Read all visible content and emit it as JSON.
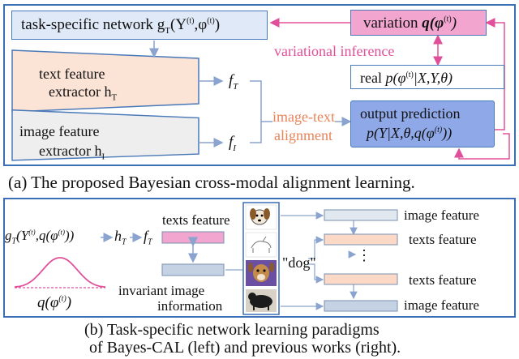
{
  "panel_a": {
    "network_box": "task-specific network g",
    "network_sub": "T",
    "network_args": "(Y",
    "network_args_sup": "(t)",
    "network_args2": ",φ",
    "network_args2_sup": "(t)",
    "network_args3": ")",
    "text_extractor_line1": "text feature",
    "text_extractor_line2": "extractor h",
    "text_extractor_sub": "T",
    "image_extractor_line1": "image feature",
    "image_extractor_line2": "extractor h",
    "image_extractor_sub": "I",
    "f_text": "f",
    "f_text_sub": "T",
    "f_image": "f",
    "f_image_sub": "I",
    "alignment_line1": "image-text",
    "alignment_line2": "alignment",
    "variation_label": "variation",
    "variation_formula": "q(φ",
    "variation_sup": "(t)",
    "variation_close": ")",
    "variational_inference": "variational inference",
    "real_label": "real",
    "real_formula": "p(φ",
    "real_sup": "(t)",
    "real_close": "|X,Y,θ)",
    "output_line1": "output prediction",
    "output_line2": "p(Y|X,θ,q(φ",
    "output_sup": "(t)",
    "output_close": "))",
    "caption": "(a) The proposed Bayesian cross-modal alignment learning."
  },
  "panel_b": {
    "g_formula": "g",
    "g_sub": "T",
    "g_args": "(Y",
    "g_sup": "(t)",
    "g_args2": ",q(φ",
    "g_sup2": "(t)",
    "g_close": "))",
    "h_label": "h",
    "h_sub": "T",
    "f_label": "f",
    "f_sub": "T",
    "texts_feature_left": "texts feature",
    "invariant_line1": "invariant image",
    "invariant_line2": "information",
    "q_label": "q(φ",
    "q_sup": "(t)",
    "q_close": ")",
    "dog_quote": "\"dog\"",
    "dots": "⋮",
    "right_labels": [
      "image feature",
      "texts feature",
      "texts feature",
      "image feature"
    ],
    "caption_line1": "(b) Task-specific network learning paradigms",
    "caption_line2": "of Bayes-CAL (left) and previous works (right)."
  },
  "colors": {
    "frame": "#3a6fb5",
    "network_fill": "#dfe9f7",
    "text_extractor_fill": "#fbe3d6",
    "image_extractor_fill": "#eeeeee",
    "variation_fill": "#f2a6cf",
    "output_fill": "#8fa8e8",
    "pink_arrow": "#e0509a",
    "orange_text": "#e8845a",
    "text_feature_fill": "#f2a6cf",
    "image_feature_fill": "#c5d2e3",
    "orange_feature_fill": "#fbd9c6"
  }
}
